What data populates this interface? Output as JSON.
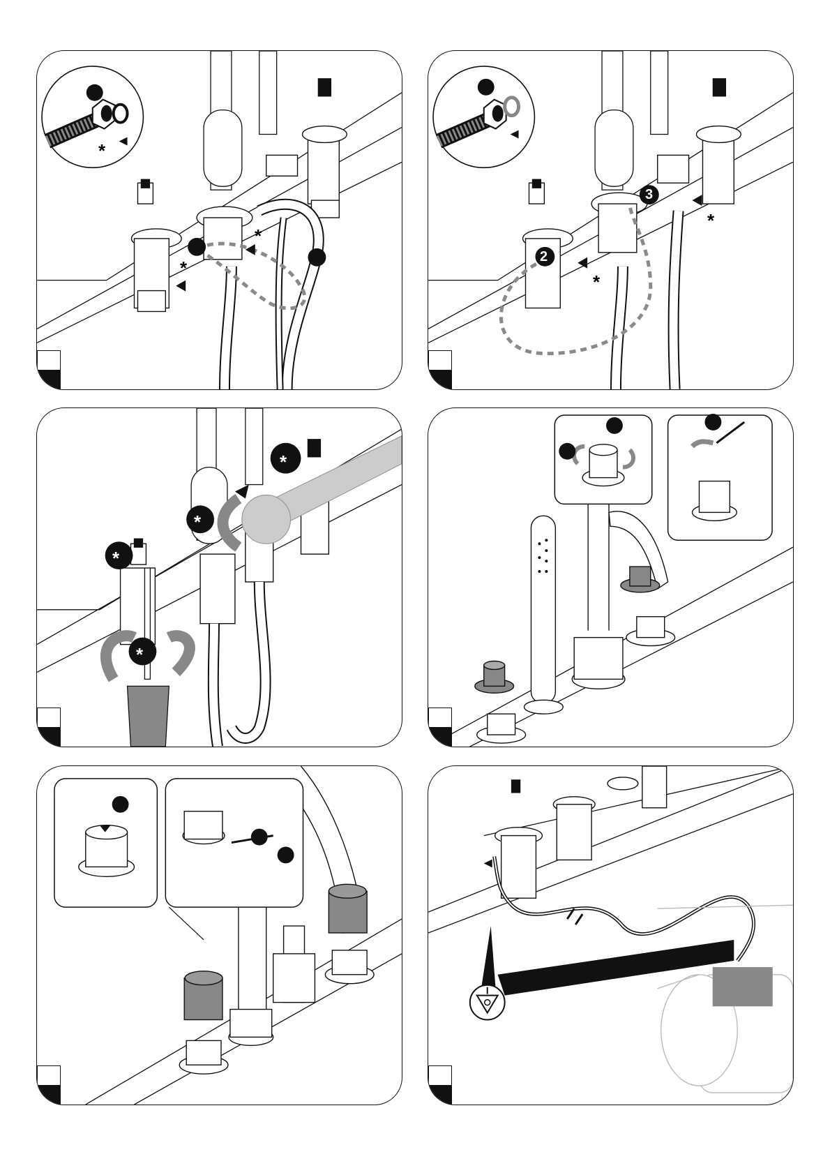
{
  "panels": [
    {
      "id": "p1",
      "callouts": [
        "*",
        "*",
        "*"
      ]
    },
    {
      "id": "p2",
      "callouts": [
        "2",
        "3",
        "*",
        "*"
      ]
    },
    {
      "id": "p3",
      "callouts": [
        "*",
        "*",
        "*",
        "*"
      ]
    },
    {
      "id": "p4",
      "callouts": []
    },
    {
      "id": "p5",
      "callouts": []
    },
    {
      "id": "p6",
      "callouts": []
    }
  ],
  "colors": {
    "line": "#111111",
    "fill": "#ffffff",
    "dash": "#8a8a8a",
    "shade": "#7a7a7a",
    "light": "#cccccc"
  }
}
